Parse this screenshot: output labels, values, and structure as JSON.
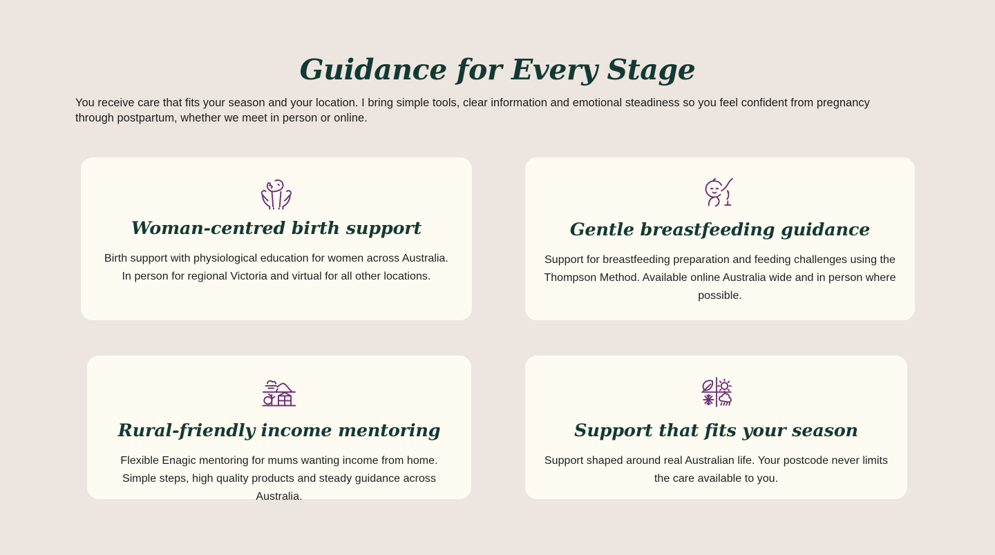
{
  "section": {
    "title": "Guidance for Every Stage",
    "intro": "You receive care that fits your season and your location. I bring simple tools, clear information and emotional steadiness so you feel confident from pregnancy through postpartum, whether we meet in person or online."
  },
  "colors": {
    "page_background": "#EDE6E0",
    "card_background": "#FDFBF2",
    "heading": "#133A32",
    "icon_accent": "#6B2D73",
    "body_text": "#1D1D1D"
  },
  "cards": [
    {
      "icon": "hands-cradling-baby-icon",
      "title": "Woman-centred birth support",
      "body": "Birth support with physiological education for women across Australia. In person for regional Victoria and virtual for all other locations."
    },
    {
      "icon": "breastfeeding-baby-icon",
      "title": "Gentle breastfeeding guidance",
      "body": "Support for breastfeeding preparation and feeding challenges using the Thompson Method. Available online Australia wide and in person where possible."
    },
    {
      "icon": "rural-landscape-farmhouse-icon",
      "title": "Rural-friendly income mentoring",
      "body": "Flexible Enagic mentoring for mums wanting income from home. Simple steps, high quality products and steady guidance across Australia."
    },
    {
      "icon": "four-seasons-icon",
      "title": "Support that fits your season",
      "body": "Support shaped around real Australian life. Your postcode never limits the care available to you."
    }
  ]
}
